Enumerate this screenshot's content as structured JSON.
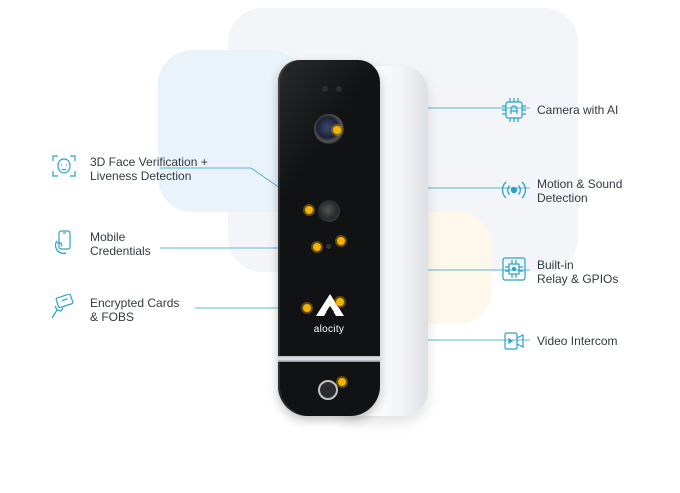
{
  "features": [
    {
      "id": "camera-ai",
      "label": "Camera with AI",
      "icon": "ai-camera-chip-icon"
    },
    {
      "id": "face-verification",
      "label": "3D Face Verification +\nLiveness Detection",
      "icon": "face-scan-icon"
    },
    {
      "id": "motion-sound",
      "label": "Motion & Sound\nDetection",
      "icon": "motion-sound-waves-icon"
    },
    {
      "id": "mobile-credentials",
      "label": "Mobile\nCredentials",
      "icon": "phone-hand-icon"
    },
    {
      "id": "relay-gpio",
      "label": "Built-in\nRelay & GPIOs",
      "icon": "circuit-chip-icon"
    },
    {
      "id": "encrypted-cards",
      "label": "Encrypted Cards\n& FOBS",
      "icon": "card-tap-hand-icon"
    },
    {
      "id": "video-intercom",
      "label": "Video Intercom",
      "icon": "video-intercom-icon"
    }
  ],
  "device": {
    "brand": "alocity"
  },
  "colors": {
    "accent": "#29a3c9",
    "marker": "#f5b400",
    "text": "#333a40",
    "device": "#111213"
  }
}
